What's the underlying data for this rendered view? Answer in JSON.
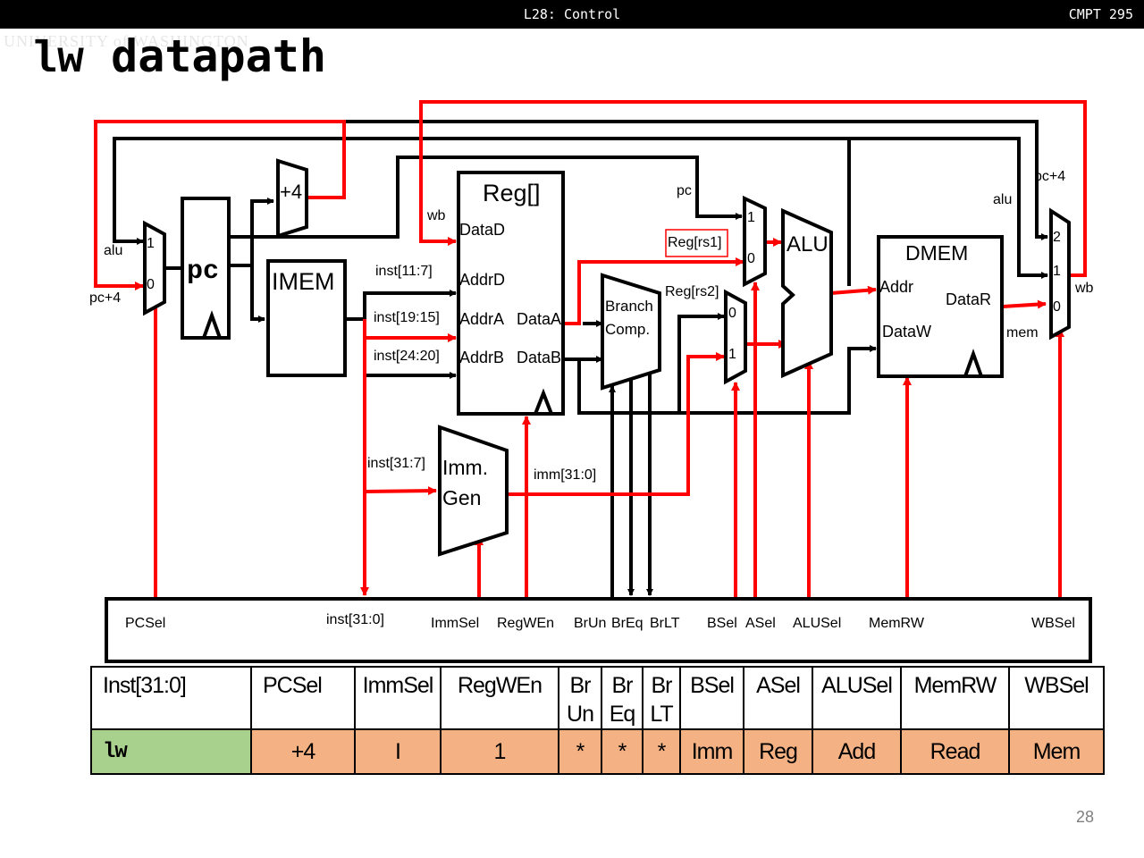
{
  "header": {
    "lecture": "L28: Control",
    "course": "CMPT 295"
  },
  "watermark": "UNIVERSITY of WASHINGTON",
  "slide": {
    "title_mono": "lw",
    "title_rest": " datapath",
    "page_number": "28"
  },
  "colors": {
    "active_wire": "#ff0000",
    "inactive_wire": "#000000",
    "inst_cell": "#a9d18e",
    "value_cell": "#f4b183"
  },
  "diagram": {
    "blocks": {
      "pc": "pc",
      "plus4": "+4",
      "imem": "IMEM",
      "reg": "Reg[]",
      "branch_line1": "Branch",
      "branch_line2": "Comp.",
      "alu": "ALU",
      "dmem": "DMEM",
      "imm_line1": "Imm.",
      "imm_line2": "Gen"
    },
    "ports": {
      "dataD": "DataD",
      "addrD": "AddrD",
      "addrA": "AddrA",
      "addrB": "AddrB",
      "dataA": "DataA",
      "dataB": "DataB",
      "addr": "Addr",
      "dataW": "DataW",
      "dataR": "DataR"
    },
    "wire_labels": {
      "alu_left": "alu",
      "pc4_left": "pc+4",
      "wb_left": "wb",
      "inst_11_7": "inst[11:7]",
      "inst_19_15": "inst[19:15]",
      "inst_24_20": "inst[24:20]",
      "inst_31_7": "inst[31:7]",
      "imm": "imm[31:0]",
      "pc_top": "pc",
      "reg_rs1": "Reg[rs1]",
      "reg_rs2": "Reg[rs2]",
      "alu_right": "alu",
      "pc4_right": "pc+4",
      "wb_right": "wb",
      "mem": "mem"
    },
    "mux_inputs": {
      "pcsel": [
        "1",
        "0"
      ],
      "asel": [
        "1",
        "0"
      ],
      "bsel": [
        "0",
        "1"
      ],
      "wbsel": [
        "2",
        "1",
        "0"
      ]
    },
    "control_signals": [
      "PCSel",
      "inst[31:0]",
      "ImmSel",
      "RegWEn",
      "BrUn",
      "BrEq",
      "BrLT",
      "BSel",
      "ASel",
      "ALUSel",
      "MemRW",
      "WBSel"
    ]
  },
  "control_table": {
    "headers": [
      {
        "l1": "Inst[31:0]",
        "l2": ""
      },
      {
        "l1": "PCSel",
        "l2": ""
      },
      {
        "l1": "ImmSel",
        "l2": ""
      },
      {
        "l1": "RegWEn",
        "l2": ""
      },
      {
        "l1": "Br",
        "l2": "Un"
      },
      {
        "l1": "Br",
        "l2": "Eq"
      },
      {
        "l1": "Br",
        "l2": "LT"
      },
      {
        "l1": "BSel",
        "l2": ""
      },
      {
        "l1": "ASel",
        "l2": ""
      },
      {
        "l1": "ALUSel",
        "l2": ""
      },
      {
        "l1": "MemRW",
        "l2": ""
      },
      {
        "l1": "WBSel",
        "l2": ""
      }
    ],
    "row": [
      "lw",
      "+4",
      "I",
      "1",
      "*",
      "*",
      "*",
      "Imm",
      "Reg",
      "Add",
      "Read",
      "Mem"
    ]
  }
}
